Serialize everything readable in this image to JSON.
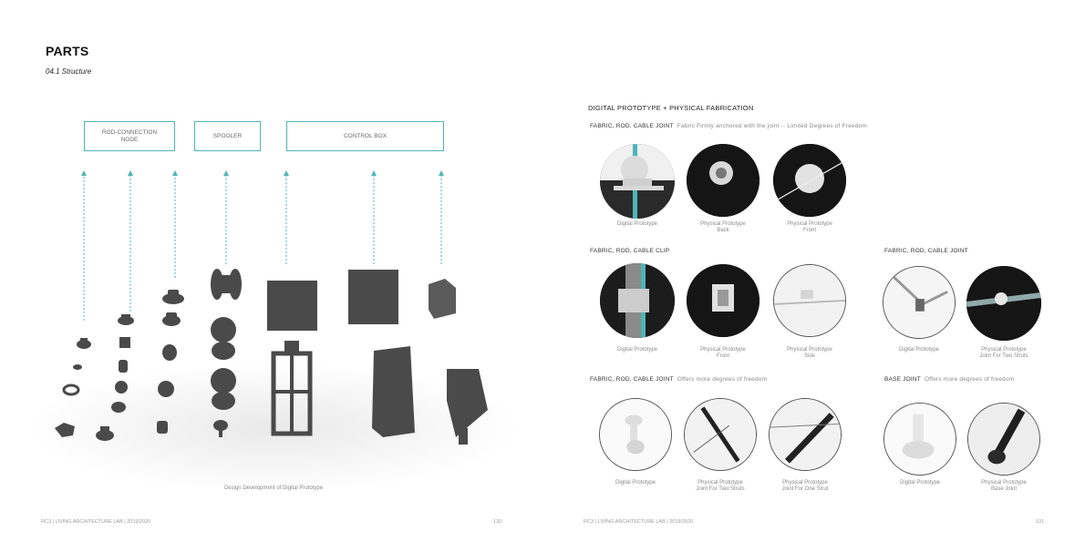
{
  "left": {
    "title": "PARTS",
    "subtitle": "04.1 Structure",
    "labels": {
      "rod_connection_node": "ROD-CONNECTION NODE",
      "spooler": "SPOOLER",
      "control_box": "CONTROL BOX"
    },
    "caption": "Design Development of Digital Prototype",
    "footer": "RC3 | LIVING ARCHITECTURE LAB | 2019/2020",
    "page_number": "130"
  },
  "right": {
    "heading": "DIGITAL PROTOTYPE + PHYSICAL FABRICATION",
    "sections": [
      {
        "title": "FABRIC, ROD, CABLE JOINT",
        "description": "Fabric Firmly anchored with the joint -- Limited Degrees of Freedom",
        "captions": [
          "Digital Prototype",
          "Physical Prototype\nBack",
          "Physical Prototype\nFront"
        ]
      },
      {
        "title": "FABRIC, ROD, CABLE CLIP",
        "description": "",
        "captions": [
          "Digital Prototype",
          "Physical Prototype\nFront",
          "Physical Prototype\nSide"
        ]
      },
      {
        "title": "FABRIC, ROD, CABLE JOINT",
        "description": "",
        "captions": [
          "Digital Prototype",
          "Physical Prototype\nJoint For Two Struts"
        ]
      },
      {
        "title": "FABRIC, ROD, CABLE JOINT",
        "description": "Offers more degrees of freedom",
        "captions": [
          "Digital Prototype",
          "Physical Prototype\nJoint For Two Struts",
          "Physical Prototype\nJoint For One Strut"
        ]
      },
      {
        "title": "BASE JOINT",
        "description": "Offers more degrees of freedom",
        "captions": [
          "Digital Prototype",
          "Physical Prototype\nBase Joint"
        ]
      }
    ],
    "footer": "RC3 | LIVING ARCHITECTURE LAB | 2019/2020",
    "page_number": "131"
  },
  "colors": {
    "accent": "#4fb5b5",
    "part_gray": "#4a4a4a",
    "dark_photo": "#1a1a1a"
  }
}
